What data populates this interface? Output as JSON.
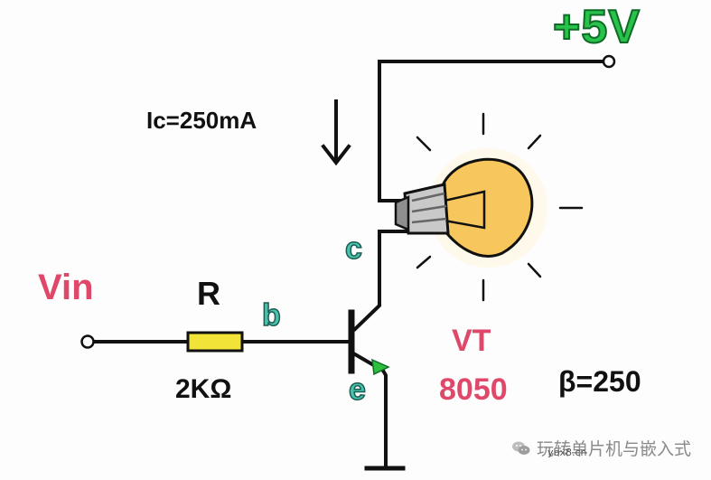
{
  "labels": {
    "supply": "+5V",
    "collector_current": "Ic=250mA",
    "input": "Vin",
    "resistor_name": "R",
    "resistor_value": "2KΩ",
    "pin_collector": "c",
    "pin_base": "b",
    "pin_emitter": "e",
    "transistor_name": "VT",
    "transistor_part": "8050",
    "beta": "β=250"
  },
  "watermark": {
    "text": "玩转单片机与嵌入式",
    "subtext": "ybx8.cn",
    "icon": "wechat-icon"
  },
  "colors": {
    "supply_fill": "#29c24a",
    "accent_red": "#e0486a",
    "pin_teal": "#49c3ad",
    "resistor_fill": "#f2e338",
    "bulb_fill": "#f7c65c",
    "emitter_arrow": "#2fbf3f",
    "wire": "#111111"
  }
}
